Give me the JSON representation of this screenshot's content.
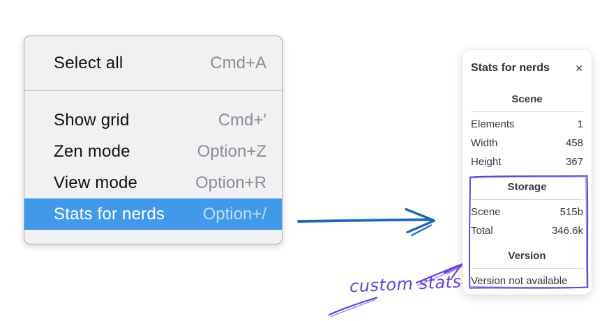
{
  "canvas": {
    "background": "#ffffff"
  },
  "context_menu": {
    "groups": [
      {
        "items": [
          {
            "label": "Select all",
            "shortcut": "Cmd+A",
            "selected": false
          }
        ]
      },
      {
        "items": [
          {
            "label": "Show grid",
            "shortcut": "Cmd+'",
            "selected": false
          },
          {
            "label": "Zen mode",
            "shortcut": "Option+Z",
            "selected": false
          },
          {
            "label": "View mode",
            "shortcut": "Option+R",
            "selected": false
          },
          {
            "label": "Stats for nerds",
            "shortcut": "Option+/",
            "selected": true
          }
        ]
      }
    ],
    "colors": {
      "background": "#f0f1f2",
      "border": "#a8adb3",
      "highlight": "#4399e9",
      "label": "#111111",
      "shortcut": "#8a8e93",
      "highlight_label": "#ffffff",
      "highlight_shortcut": "#bfdcf8"
    }
  },
  "stats_panel": {
    "title": "Stats for nerds",
    "icons": {
      "close": "✕"
    },
    "sections": [
      {
        "heading": "Scene",
        "rows": [
          {
            "label": "Elements",
            "value": "1"
          },
          {
            "label": "Width",
            "value": "458"
          },
          {
            "label": "Height",
            "value": "367"
          }
        ]
      },
      {
        "heading": "Storage",
        "rows": [
          {
            "label": "Scene",
            "value": "515b"
          },
          {
            "label": "Total",
            "value": "346.6k"
          }
        ]
      },
      {
        "heading": "Version",
        "rows": [],
        "note": "Version not available"
      }
    ],
    "colors": {
      "text": "#343a40",
      "divider": "#d6dade"
    }
  },
  "annotations": {
    "label": "custom stats",
    "purple": "#6741d9",
    "blue_arrow": "#1e68b3"
  }
}
